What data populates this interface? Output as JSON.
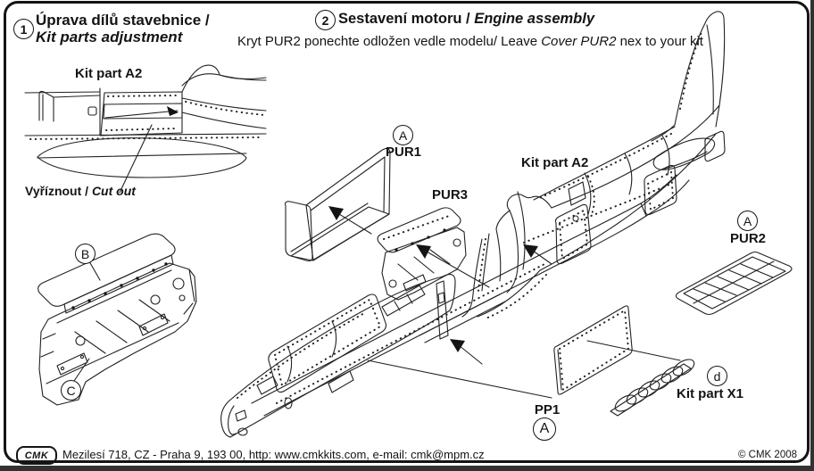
{
  "page": {
    "background": "#ffffff",
    "border_color": "#141414"
  },
  "steps": [
    {
      "number": "1",
      "title_cs": "Úprava dílů stavebnice /",
      "title_en": "Kit parts adjustment"
    },
    {
      "number": "2",
      "title_cs": "Sestavení motoru / ",
      "title_en": "Engine assembly",
      "note_prefix": "Kryt PUR2 ponechte odložen vedle modelu/ Leave ",
      "note_italic": "Cover PUR2",
      "note_suffix": " nex to your kit"
    }
  ],
  "diagram1": {
    "kit_part_label": "Kit part A2",
    "cutout_cs": "Vyříznout / ",
    "cutout_en": "Cut out",
    "callout_b": "B",
    "callout_c": "C"
  },
  "diagram2": {
    "callout_a1": "A",
    "pur1": "PUR1",
    "pur3": "PUR3",
    "kit_part_label": "Kit part A2",
    "callout_a2": "A",
    "pur2": "PUR2",
    "pp1": "PP1",
    "callout_a3": "A",
    "callout_d": "d",
    "kit_part_x1": "Kit part X1"
  },
  "footer": {
    "logo": "CMK",
    "address": "Mezilesí 718, CZ - Praha 9,  193 00, http: www.cmkkits.com, e-mail: cmk@mpm.cz",
    "copyright": "© CMK 2008"
  },
  "colors": {
    "cut_panel": "#a9a9a9",
    "cut_band": "#8e8e8e",
    "engine_cover": "#a6a6a6",
    "engine_cover_side": "#8f8f8f",
    "line": "#222222"
  }
}
